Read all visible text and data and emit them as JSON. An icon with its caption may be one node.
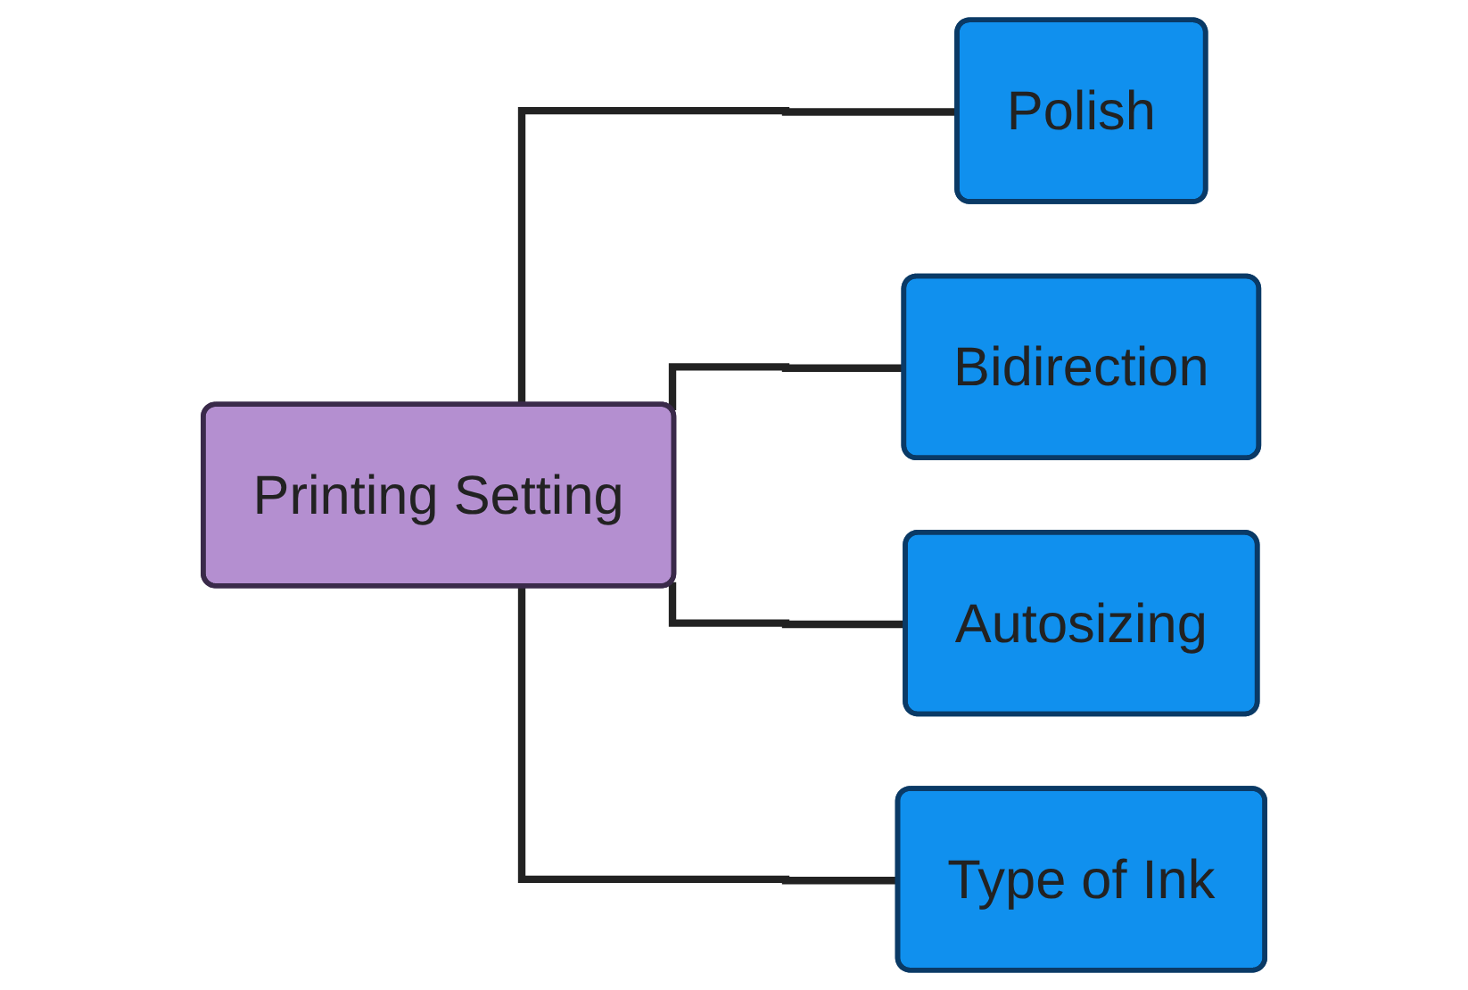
{
  "diagram": {
    "nodes": [
      {
        "text": [
          "Printing Setting"
        ]
      },
      {
        "text": [
          "Polish"
        ]
      },
      {
        "text": [
          "Bidirection"
        ]
      },
      {
        "text": [
          "Autosizing"
        ]
      },
      {
        "text": [
          "Type of Ink"
        ]
      }
    ],
    "edges": [
      {
        "from": 0,
        "to": 1,
        "arrow": "none"
      },
      {
        "from": 0,
        "to": 2,
        "arrow": "none"
      },
      {
        "from": 0,
        "to": 3,
        "arrow": "none"
      },
      {
        "from": 0,
        "to": 4,
        "arrow": "none"
      }
    ]
  }
}
